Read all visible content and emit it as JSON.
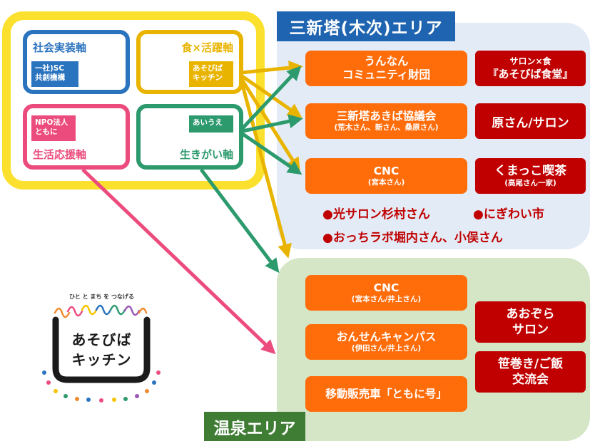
{
  "areas": {
    "sanshinto": "三新塔(木次)エリア",
    "onsen": "温泉エリア"
  },
  "axes": {
    "social": {
      "label": "社会実装軸",
      "tag": "一社)SC\n共創機構"
    },
    "food": {
      "label": "食×活躍軸",
      "tag": "あそびば\nキッチン"
    },
    "support": {
      "label": "生活応援軸",
      "tag": "NPO法人\nともに"
    },
    "ikigai": {
      "label": "生きがい軸",
      "tag": "あいうえ"
    }
  },
  "top_orgs": [
    {
      "line1": "うんなん",
      "line2": "コミュニティ財団"
    },
    {
      "line1": "三新塔あきば協議会",
      "line2": "(荒木さん、新さん、桑原さん)"
    },
    {
      "line1": "CNC",
      "line2": "(宮本さん)"
    }
  ],
  "top_events": [
    {
      "line1": "サロン×食",
      "line2": "『あそびば食堂』"
    },
    {
      "line1": "原さん/サロン",
      "line2": ""
    },
    {
      "line1": "くまっこ喫茶",
      "line2": "(高尾さん一家)"
    }
  ],
  "top_bullets": [
    "●光サロン杉村さん",
    "●にぎわい市",
    "●おっちラボ堀内さん、小俣さん"
  ],
  "bottom_orgs": [
    {
      "line1": "CNC",
      "line2": "(宮本さん/井上さん)"
    },
    {
      "line1": "おんせんキャンパス",
      "line2": "(伊田さん/井上さん)"
    },
    {
      "line1": "移動販売車「ともに号」",
      "line2": ""
    }
  ],
  "bottom_events": [
    {
      "line1": "あおぞら",
      "line2": "サロン"
    },
    {
      "line1": "笹巻き/ご飯",
      "line2": "交流会"
    }
  ],
  "logo": {
    "tagline": "ひと と まち を つなげる",
    "line1": "あそびば",
    "line2": "キッチン"
  },
  "colors": {
    "yellow": "#fbe12d",
    "blue_axis": "#2a73bf",
    "yellow_axis": "#e9b400",
    "pink_axis": "#ec4c7d",
    "green_axis": "#2d9a6e",
    "orange_box": "#ff6c0a",
    "red_box": "#c00000"
  }
}
